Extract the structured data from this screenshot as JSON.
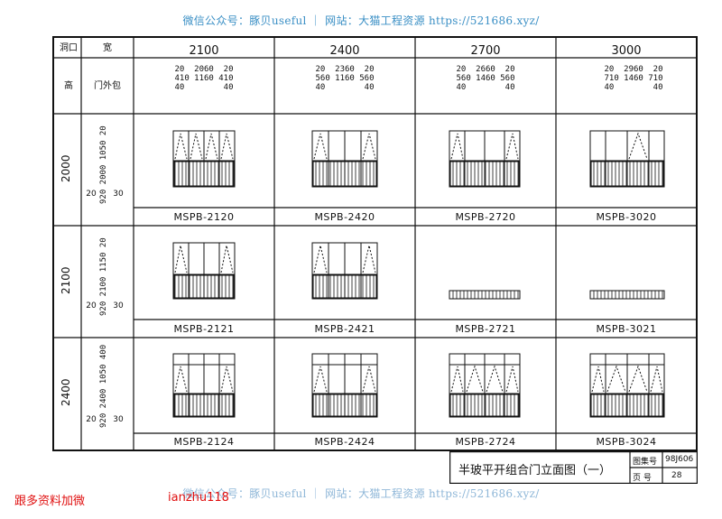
{
  "watermark": {
    "top": "微信公众号：豚贝useful ｜ 网站：大猫工程资源 https://521686.xyz/",
    "bottom": "微信公众号：豚贝useful ｜ 网站：大猫工程资源 https://521686.xyz/"
  },
  "header": {
    "opening": "洞口",
    "width": "宽",
    "height": "高",
    "frame_note": "门外包"
  },
  "columns": [
    {
      "width": "2100",
      "dim_top": "20  2060  20",
      "dim_mid": "410 1160 410",
      "dim_bot": "40        40"
    },
    {
      "width": "2400",
      "dim_top": "20  2360  20",
      "dim_mid": "560 1160 560",
      "dim_bot": "40        40"
    },
    {
      "width": "2700",
      "dim_top": "20  2660  20",
      "dim_mid": "560 1460 560",
      "dim_bot": "40        40"
    },
    {
      "width": "3000",
      "dim_top": "20  2960  20",
      "dim_mid": "710 1460 710",
      "dim_bot": "40        40"
    }
  ],
  "rows": [
    {
      "height": "2000",
      "dims": "920 2000 1050 20",
      "bottom": [
        "20",
        "30"
      ],
      "codes": [
        "MSPB-2120",
        "MSPB-2420",
        "MSPB-2720",
        "MSPB-3020"
      ]
    },
    {
      "height": "2100",
      "dims": "920 2100 1150 20",
      "bottom": [
        "20",
        "30"
      ],
      "codes": [
        "MSPB-2121",
        "MSPB-2421",
        "MSPB-2721",
        "MSPB-3021"
      ]
    },
    {
      "height": "2400",
      "dims": "920 2400 1050 400",
      "bottom": [
        "20",
        "30"
      ],
      "codes": [
        "MSPB-2124",
        "MSPB-2424",
        "MSPB-2724",
        "MSPB-3024"
      ]
    }
  ],
  "title_block": {
    "title": "半玻平开组合门立面图（一）",
    "set_label": "图集号",
    "set_value": "98J606",
    "page_label": "页  号",
    "page_value": "28"
  },
  "footer": {
    "left": "跟多资料加微",
    "right": "ianzhu118"
  }
}
